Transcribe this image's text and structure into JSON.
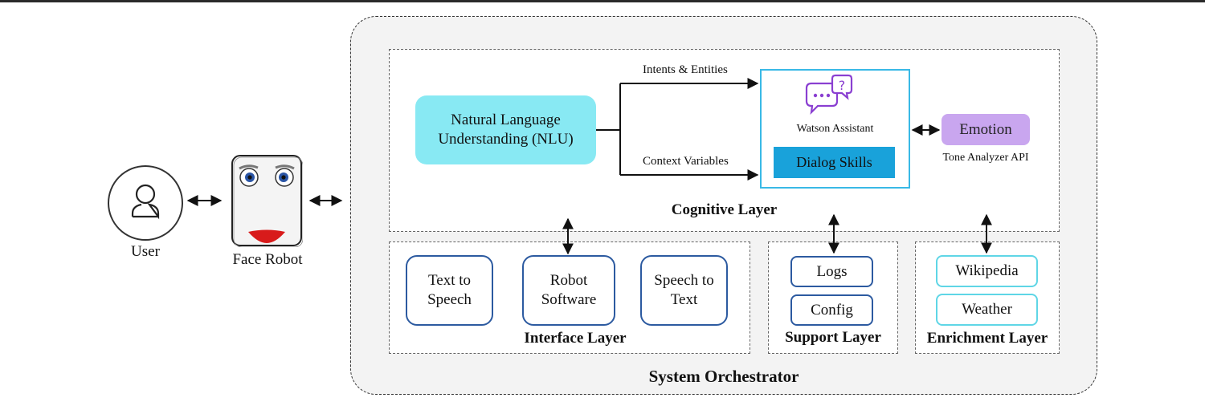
{
  "actors": {
    "user": "User",
    "face_robot": "Face Robot"
  },
  "orchestrator": {
    "title": "System Orchestrator"
  },
  "cognitive_layer": {
    "title": "Cognitive Layer",
    "nlu": "Natural Language\nUnderstanding (NLU)",
    "intents_label": "Intents & Entities",
    "context_label": "Context Variables",
    "watson_label": "Watson Assistant",
    "dialog_skills": "Dialog Skills",
    "emotion": "Emotion",
    "tone_api": "Tone Analyzer API"
  },
  "interface_layer": {
    "title": "Interface Layer",
    "items": [
      "Text to\nSpeech",
      "Robot\nSoftware",
      "Speech to\nText"
    ]
  },
  "support_layer": {
    "title": "Support Layer",
    "items": [
      "Logs",
      "Config"
    ]
  },
  "enrichment_layer": {
    "title": "Enrichment Layer",
    "items": [
      "Wikipedia",
      "Weather"
    ]
  },
  "colors": {
    "nlu_fill": "#88e9f3",
    "dialog_fill": "#19a2da",
    "emotion_fill": "#c9a6ef",
    "component_border": "#2c5aa0",
    "enrichment_border": "#5fd6e6",
    "chat_icon": "#8a3fd1",
    "robot_mouth": "#d81b1b"
  }
}
